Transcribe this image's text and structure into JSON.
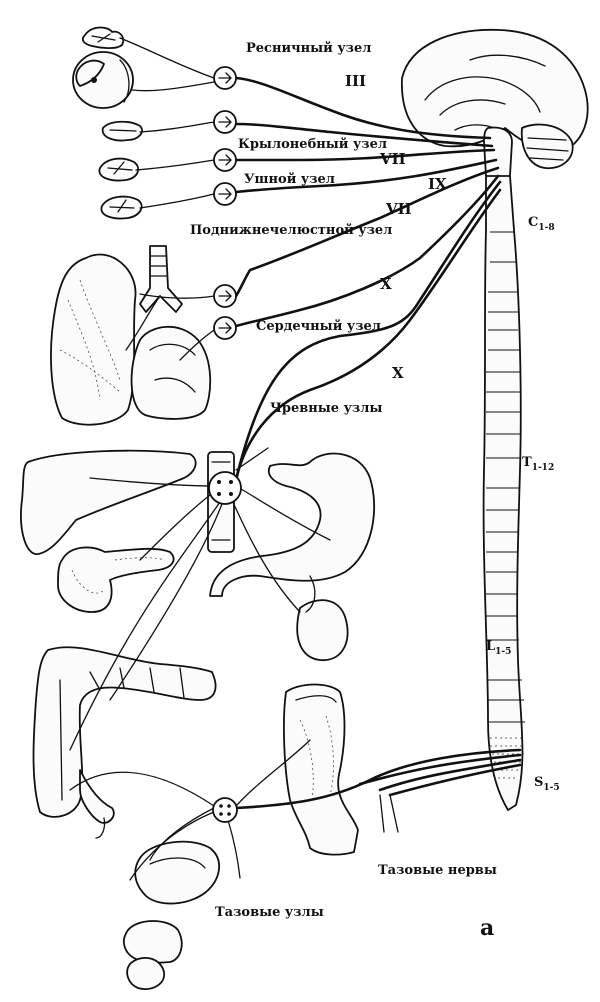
{
  "labels": {
    "ciliary": "Ресничный узел",
    "pterygopalatine": "Крылонебный узел",
    "otic": "Ушной узел",
    "submandibular": "Поднижнечелюстной узел",
    "cardiac": "Сердечный узел",
    "celiac": "Чревные узлы",
    "pelvic_nerves": "Тазовые нервы",
    "pelvic_ganglia": "Тазовые узлы"
  },
  "cranial_nerves": {
    "oculomotor": "III",
    "facial_1": "VII",
    "glossopharyngeal": "IX",
    "facial_2": "VII",
    "vagus_1": "X",
    "vagus_2": "X"
  },
  "spinal_segments": {
    "cervical": {
      "letter": "C",
      "range": "1-8"
    },
    "thoracic": {
      "letter": "T",
      "range": "1-12"
    },
    "lumbar": {
      "letter": "L",
      "range": "1-5"
    },
    "sacral": {
      "letter": "S",
      "range": "1-5"
    }
  },
  "figure_letter": "а"
}
